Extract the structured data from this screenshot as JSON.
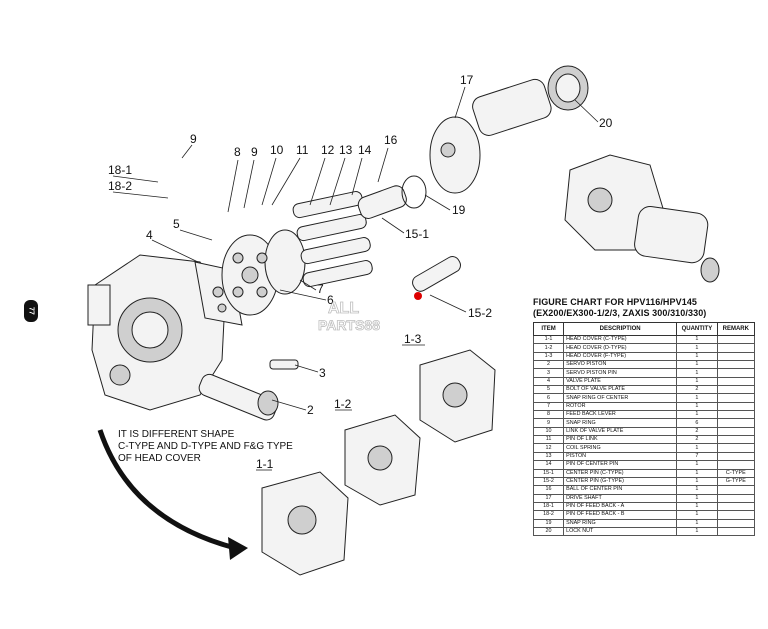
{
  "page_tab": "77",
  "watermark": {
    "line1": "ALL",
    "line2": "PARTS88"
  },
  "note": {
    "line1": "IT IS DIFFERENT SHAPE",
    "line2": "C-TYPE AND D-TYPE AND F&G TYPE",
    "line3": "OF HEAD COVER"
  },
  "callouts": [
    "1-1",
    "1-2",
    "1-3",
    "2",
    "3",
    "4",
    "5",
    "6",
    "7",
    "8",
    "9",
    "9",
    "10",
    "11",
    "12",
    "13",
    "14",
    "15-1",
    "15-2",
    "16",
    "17",
    "18-1",
    "18-2",
    "19",
    "20"
  ],
  "chart_title_line1": "FIGURE CHART FOR HPV116/HPV145",
  "chart_title_line2": "(EX200/EX300-1/2/3, ZAXIS 300/310/330)",
  "table_headers": {
    "item": "ITEM",
    "description": "DESCRIPTION",
    "quantity": "QUANTITY",
    "remark": "REMARK"
  },
  "rows": [
    {
      "item": "1-1",
      "description": "HEAD COVER (C-TYPE)",
      "qty": "1",
      "remark": ""
    },
    {
      "item": "1-2",
      "description": "HEAD COVER (D-TYPE)",
      "qty": "1",
      "remark": ""
    },
    {
      "item": "1-3",
      "description": "HEAD COVER (F-TYPE)",
      "qty": "1",
      "remark": ""
    },
    {
      "item": "2",
      "description": "SERVO PISTON",
      "qty": "1",
      "remark": ""
    },
    {
      "item": "3",
      "description": "SERVO PISTON PIN",
      "qty": "1",
      "remark": ""
    },
    {
      "item": "4",
      "description": "VALVE PLATE",
      "qty": "1",
      "remark": ""
    },
    {
      "item": "5",
      "description": "BOLT OF VALVE PLATE",
      "qty": "2",
      "remark": ""
    },
    {
      "item": "6",
      "description": "SNAP RING OF CENTER",
      "qty": "1",
      "remark": ""
    },
    {
      "item": "7",
      "description": "ROTOR",
      "qty": "1",
      "remark": ""
    },
    {
      "item": "8",
      "description": "FEED BACK LEVER",
      "qty": "1",
      "remark": ""
    },
    {
      "item": "9",
      "description": "SNAP RING",
      "qty": "6",
      "remark": ""
    },
    {
      "item": "10",
      "description": "LINK OF VALVE PLATE",
      "qty": "2",
      "remark": ""
    },
    {
      "item": "11",
      "description": "PIN OF LINK",
      "qty": "2",
      "remark": ""
    },
    {
      "item": "12",
      "description": "COIL SPRING",
      "qty": "1",
      "remark": ""
    },
    {
      "item": "13",
      "description": "PISTON",
      "qty": "7",
      "remark": ""
    },
    {
      "item": "14",
      "description": "PIN OF CENTER PIN",
      "qty": "1",
      "remark": ""
    },
    {
      "item": "15-1",
      "description": "CENTER PIN (C-TYPE)",
      "qty": "1",
      "remark": "C-TYPE"
    },
    {
      "item": "15-2",
      "description": "CENTER PIN (G-TYPE)",
      "qty": "1",
      "remark": "G-TYPE"
    },
    {
      "item": "16",
      "description": "BALL OF CENTER PIN",
      "qty": "1",
      "remark": ""
    },
    {
      "item": "17",
      "description": "DRIVE SHAFT",
      "qty": "1",
      "remark": ""
    },
    {
      "item": "18-1",
      "description": "PIN OF FEED BACK - A",
      "qty": "1",
      "remark": ""
    },
    {
      "item": "18-2",
      "description": "PIN OF FEED BACK - B",
      "qty": "1",
      "remark": ""
    },
    {
      "item": "19",
      "description": "SNAP RING",
      "qty": "1",
      "remark": ""
    },
    {
      "item": "20",
      "description": "LOCK NUT",
      "qty": "1",
      "remark": ""
    }
  ]
}
